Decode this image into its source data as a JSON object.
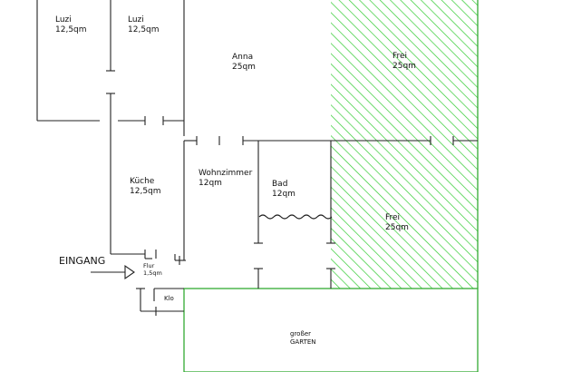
{
  "rooms": {
    "luzi_left": {
      "name": "Luzi",
      "area": "12,5qm"
    },
    "luzi_right": {
      "name": "Luzi",
      "area": "12,5qm"
    },
    "anna": {
      "name": "Anna",
      "area": "25qm"
    },
    "frei_top": {
      "name": "Frei",
      "area": "25qm"
    },
    "kueche": {
      "name": "Küche",
      "area": "12,5qm"
    },
    "wohnzimmer": {
      "name": "Wohnzimmer",
      "area": "12qm"
    },
    "bad": {
      "name": "Bad",
      "area": "12qm"
    },
    "frei_bottom": {
      "name": "Frei",
      "area": "25qm"
    },
    "flur": {
      "name": "Flur",
      "area": "1,5qm"
    },
    "klo": {
      "name": "Klo"
    },
    "garten": {
      "line1": "großer",
      "line2": "GARTEN"
    }
  },
  "entrance": {
    "label": "EINGANG"
  },
  "colors": {
    "walls": "#222222",
    "garden_wall": "#33aa33",
    "free_hatch": "#33cc33"
  }
}
